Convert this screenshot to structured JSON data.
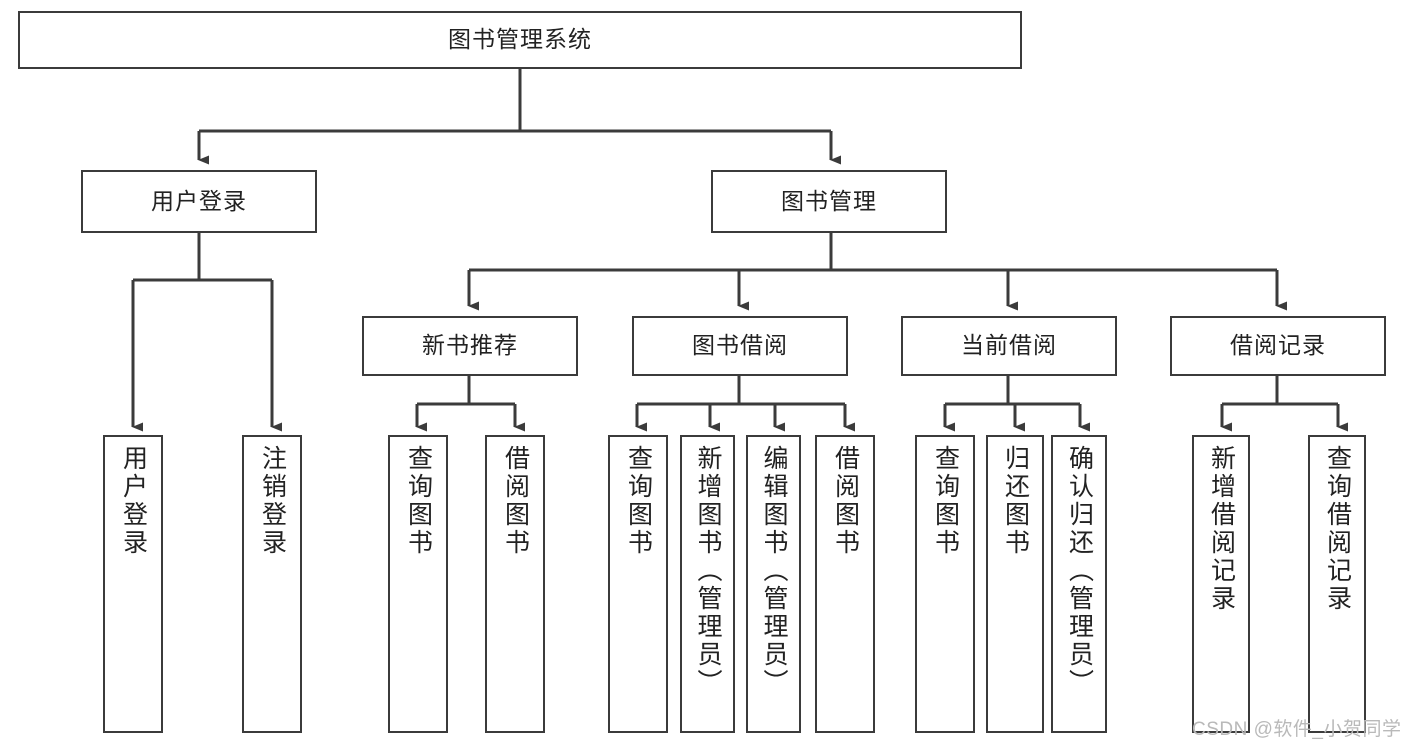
{
  "diagram": {
    "title": "图书管理系统",
    "type": "tree-hierarchy-chart",
    "watermark": "CSDN @软件_小贺同学",
    "colors": {
      "box_border": "#3b3b3b",
      "box_fill": "#ffffff",
      "edge": "#3b3b3b",
      "text": "#222222",
      "watermark": "#b9b9b9",
      "background": "#ffffff"
    },
    "nodes": {
      "root": {
        "label": "图书管理系统"
      },
      "level2": [
        {
          "label": "用户登录"
        },
        {
          "label": "图书管理"
        }
      ],
      "level3": [
        {
          "label": "新书推荐"
        },
        {
          "label": "图书借阅"
        },
        {
          "label": "当前借阅"
        },
        {
          "label": "借阅记录"
        }
      ],
      "leaves": {
        "user_login": [
          {
            "label": "用户登录"
          },
          {
            "label": "注销登录"
          }
        ],
        "new_book_recommend": [
          {
            "label": "查询图书"
          },
          {
            "label": "借阅图书"
          }
        ],
        "book_borrow": [
          {
            "label": "查询图书"
          },
          {
            "label": "新增图书（管理员）"
          },
          {
            "label": "编辑图书（管理员）"
          },
          {
            "label": "借阅图书"
          }
        ],
        "current_borrow": [
          {
            "label": "查询图书"
          },
          {
            "label": "归还图书"
          },
          {
            "label": "确认归还（管理员）"
          }
        ],
        "borrow_record": [
          {
            "label": "新增借阅记录"
          },
          {
            "label": "查询借阅记录"
          }
        ]
      }
    }
  }
}
